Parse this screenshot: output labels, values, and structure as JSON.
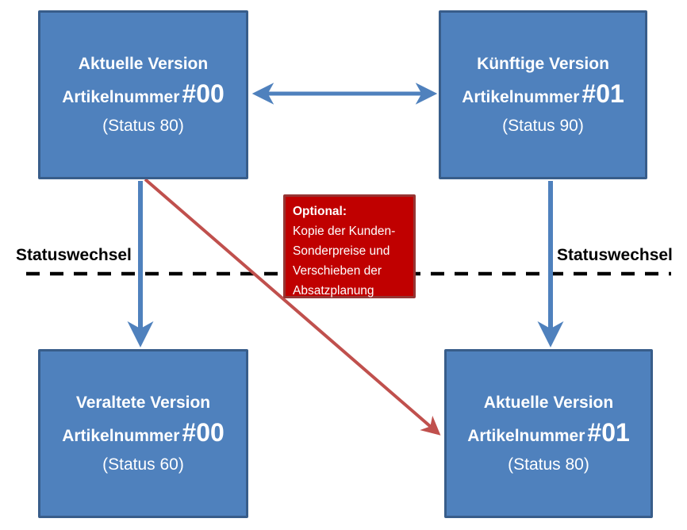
{
  "colors": {
    "box_fill": "#4f81bd",
    "box_border": "#385d8a",
    "note_fill": "#c00000",
    "note_border": "#963634",
    "arrow_blue": "#4f81bd",
    "arrow_red": "#c0504d",
    "dashed_line": "#000000",
    "text_white": "#ffffff",
    "text_black": "#000000"
  },
  "boxes": {
    "top_left": {
      "line1": "Aktuelle Version",
      "line2_label": "Artikelnummer",
      "line2_number": "#00",
      "line3": "(Status 80)"
    },
    "top_right": {
      "line1": "Künftige Version",
      "line2_label": "Artikelnummer",
      "line2_number": "#01",
      "line3": "(Status 90)"
    },
    "bottom_left": {
      "line1": "Veraltete Version",
      "line2_label": "Artikelnummer",
      "line2_number": "#00",
      "line3": "(Status 60)"
    },
    "bottom_right": {
      "line1": "Aktuelle Version",
      "line2_label": "Artikelnummer",
      "line2_number": "#01",
      "line3": "(Status 80)"
    }
  },
  "optional_note": {
    "title": "Optional:",
    "lines": [
      "Kopie der Kunden-",
      "Sonderpreise und",
      "Verschieben der",
      "Absatzplanung"
    ]
  },
  "labels": {
    "status_left": "Statuswechsel",
    "status_right": "Statuswechsel"
  }
}
